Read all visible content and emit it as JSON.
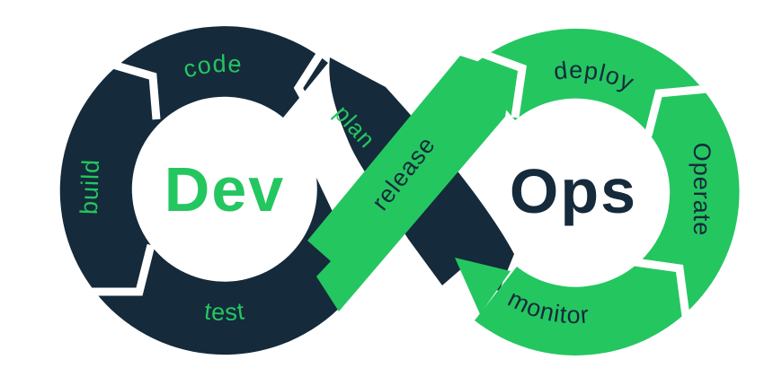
{
  "diagram": {
    "type": "devops-infinity-loop",
    "background": "#FFFFFF",
    "colors": {
      "navy": "#152A3B",
      "green": "#24C660",
      "white": "#FFFFFF"
    },
    "left_loop": {
      "center_label": "Dev",
      "ring_color": "#152A3B",
      "label_color": "#24C660",
      "stage_top": "code",
      "stage_left": "build",
      "stage_bottom": "test"
    },
    "right_loop": {
      "center_label": "Ops",
      "ring_color": "#24C660",
      "label_color": "#152A3B",
      "stage_top": "deploy",
      "stage_right": "Operate",
      "stage_bottom": "monitor"
    },
    "bands": {
      "plan": {
        "label": "plan",
        "band_color": "#152A3B",
        "text_color": "#24C660"
      },
      "release": {
        "label": "release",
        "band_color": "#24C660",
        "text_color": "#152A3B"
      }
    }
  }
}
